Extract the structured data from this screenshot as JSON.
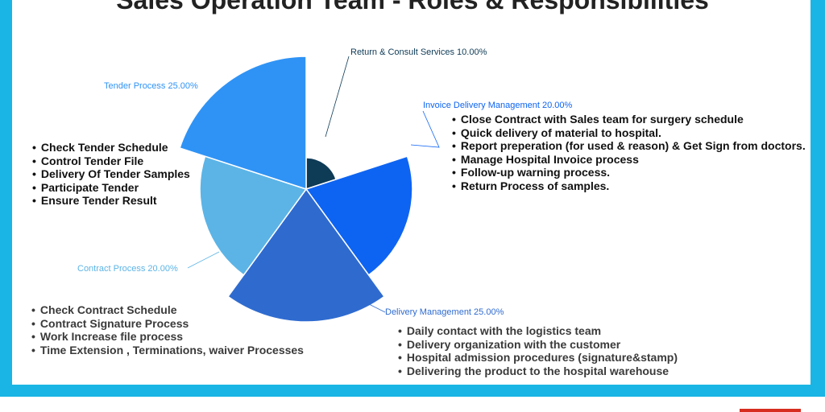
{
  "title": "Sales Operation Team - Roles & Responsibilities",
  "chart_data": {
    "type": "pie",
    "variant": "polar-area",
    "slices": [
      {
        "label": "Return & Consult Services",
        "value": 10.0,
        "display": "10.00%",
        "color": "#0e3b56"
      },
      {
        "label": "Invoice Delivery Management",
        "value": 20.0,
        "display": "20.00%",
        "color": "#0e64f2"
      },
      {
        "label": "Delivery Management",
        "value": 25.0,
        "display": "25.00%",
        "color": "#2f6bcf"
      },
      {
        "label": "Contract Process",
        "value": 20.0,
        "display": "20.00%",
        "color": "#5cb4e6"
      },
      {
        "label": "Tender Process",
        "value": 25.0,
        "display": "25.00%",
        "color": "#2f93f5"
      }
    ]
  },
  "lists": {
    "tender": [
      "Check Tender Schedule",
      "Control Tender File",
      "Delivery Of Tender Samples",
      "Participate Tender",
      "Ensure Tender Result"
    ],
    "invoice": [
      "Close Contract with Sales team for surgery schedule",
      "Quick delivery of material to hospital.",
      "Report preperation (for used & reason) & Get Sign from doctors.",
      "Manage Hospital Invoice process",
      "Follow-up warning process.",
      "Return Process of samples."
    ],
    "contract": [
      "Check Contract Schedule",
      "Contract Signature Process",
      "Work Increase file process",
      "Time Extension , Terminations, waiver Processes"
    ],
    "delivery": [
      "Daily contact with the logistics team",
      "Delivery organization with the customer",
      "Hospital admission procedures (signature&stamp)",
      "Delivering the product to the hospital warehouse"
    ]
  }
}
